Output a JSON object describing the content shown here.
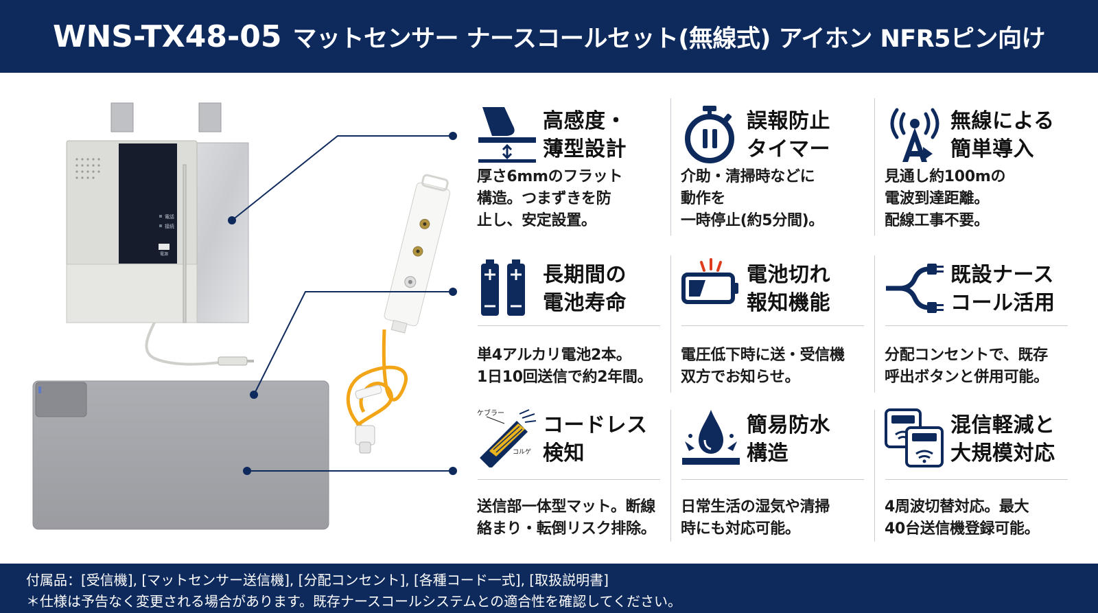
{
  "header": {
    "model": "WNS-TX48-05",
    "title": "マットセンサー ナースコールセット(無線式) アイホン NFR5ピン向け"
  },
  "product": {
    "receiver_labels": [
      "電話",
      "接続"
    ],
    "receiver_button": "電源"
  },
  "features": [
    {
      "icon": "thin-mat-icon",
      "title": "高感度・\n薄型設計",
      "desc": "厚さ6mmのフラット\n構造。つまずきを防\n止し、安定設置。"
    },
    {
      "icon": "stopwatch-pause-icon",
      "title": "誤報防止\nタイマー",
      "desc": "介助・清掃時などに\n動作を\n一時停止(約5分間)。"
    },
    {
      "icon": "antenna-signal-icon",
      "title": "無線による\n簡単導入",
      "desc": "見通し約100mの\n電波到達距離。\n配線工事不要。"
    },
    {
      "icon": "battery-pair-icon",
      "title": "長期間の\n電池寿命",
      "desc": "単4アルカリ電池2本。\n1日10回送信で約2年間。"
    },
    {
      "icon": "low-battery-icon",
      "title": "電池切れ\n報知機能",
      "desc": "電圧低下時に送・受信機\n双方でお知らせ。"
    },
    {
      "icon": "cable-split-icon",
      "title": "既設ナース\nコール活用",
      "desc": "分配コンセントで、既存\n呼出ボタンと併用可能。"
    },
    {
      "icon": "cordless-cable-icon",
      "title": "コードレス\n検知",
      "desc": "送信部一体型マット。断線\n絡まり・転倒リスク排除。",
      "icon_labels": [
        "ケブラー",
        "コルゲ"
      ]
    },
    {
      "icon": "water-drop-icon",
      "title": "簡易防水\n構造",
      "desc": "日常生活の湿気や清掃\n時にも対応可能。"
    },
    {
      "icon": "multi-device-icon",
      "title": "混信軽減と\n大規模対応",
      "desc": "4周波切替対応。最大\n40台送信機登録可能。"
    }
  ],
  "footer": {
    "accessories": "付属品：[受信機], [マットセンサー送信機], [分配コンセント], [各種コード一式], [取扱説明書]",
    "note": "＊仕様は予告なく変更される場合があります。既存ナースコールシステムとの適合性を確認してください。"
  },
  "colors": {
    "navy": "#0e2a5c",
    "divider": "#c9ccd2",
    "cord": "#f2a516",
    "mat": "#a6a7ac"
  }
}
